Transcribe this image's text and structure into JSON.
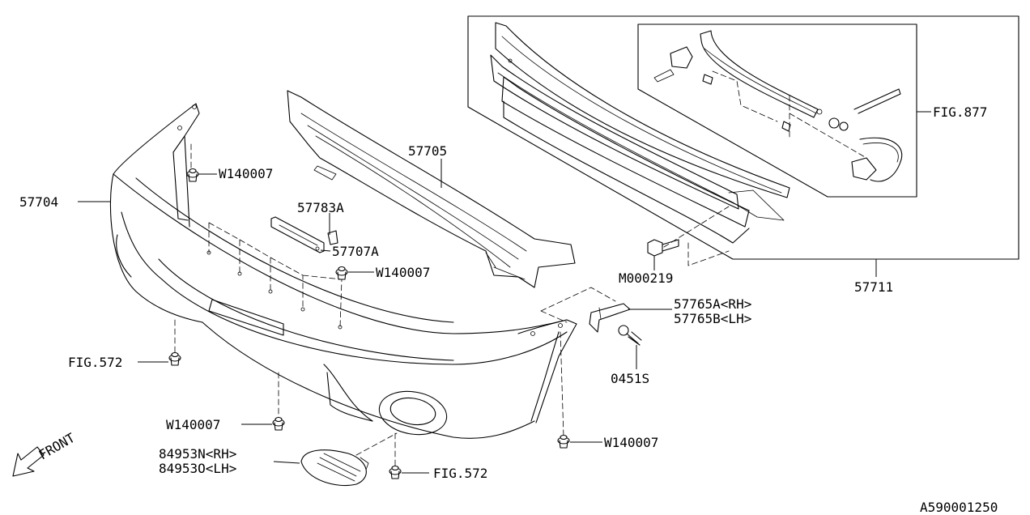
{
  "labels": {
    "front_bumper_face": "57704",
    "bumper_beam": "57705",
    "bracket_a": "57783A",
    "bracket_b": "57707A",
    "clip_upper": "W140007",
    "clip_mid": "W140007",
    "clip_lower_left": "W140007",
    "clip_lower_right": "W140007",
    "fig_572_left": "FIG.572",
    "fig_572_bottom": "FIG.572",
    "fog_cover_rh": "84953N<RH>",
    "fog_cover_lh": "84953O<LH>",
    "side_bracket_rh": "57765A<RH>",
    "side_bracket_lh": "57765B<LH>",
    "screw": "0451S",
    "bolt": "M000219",
    "reinforcement_assy": "57711",
    "fig_877": "FIG.877",
    "front_arrow": "FRONT",
    "diagram_code": "A590001250"
  }
}
